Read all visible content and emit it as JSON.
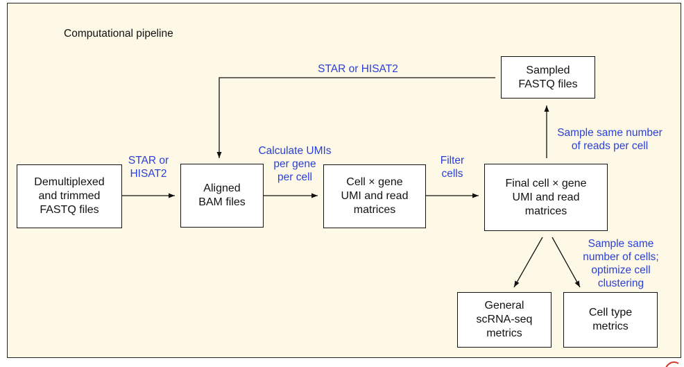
{
  "heading": "Computational pipeline",
  "boxes": {
    "demux": "Demultiplexed\nand trimmed\nFASTQ files",
    "aligned": "Aligned\nBAM files",
    "matrices": "Cell × gene\nUMI and read\nmatrices",
    "final": "Final cell × gene\nUMI and read\nmatrices",
    "sampled": "Sampled\nFASTQ files",
    "general": "General\nscRNA-seq\nmetrics",
    "celltype": "Cell type\nmetrics"
  },
  "labels": {
    "align1": "STAR or\nHISAT2",
    "align2": "STAR or HISAT2",
    "umis": "Calculate UMIs\nper gene\nper cell",
    "filter": "Filter\ncells",
    "sample_reads": "Sample same number\nof reads per cell",
    "sample_cells": "Sample same\nnumber of cells;\noptimize cell\nclustering"
  },
  "colors": {
    "panel": "#fdf9e6",
    "label": "#2a3fd6",
    "box_border": "#111111"
  }
}
